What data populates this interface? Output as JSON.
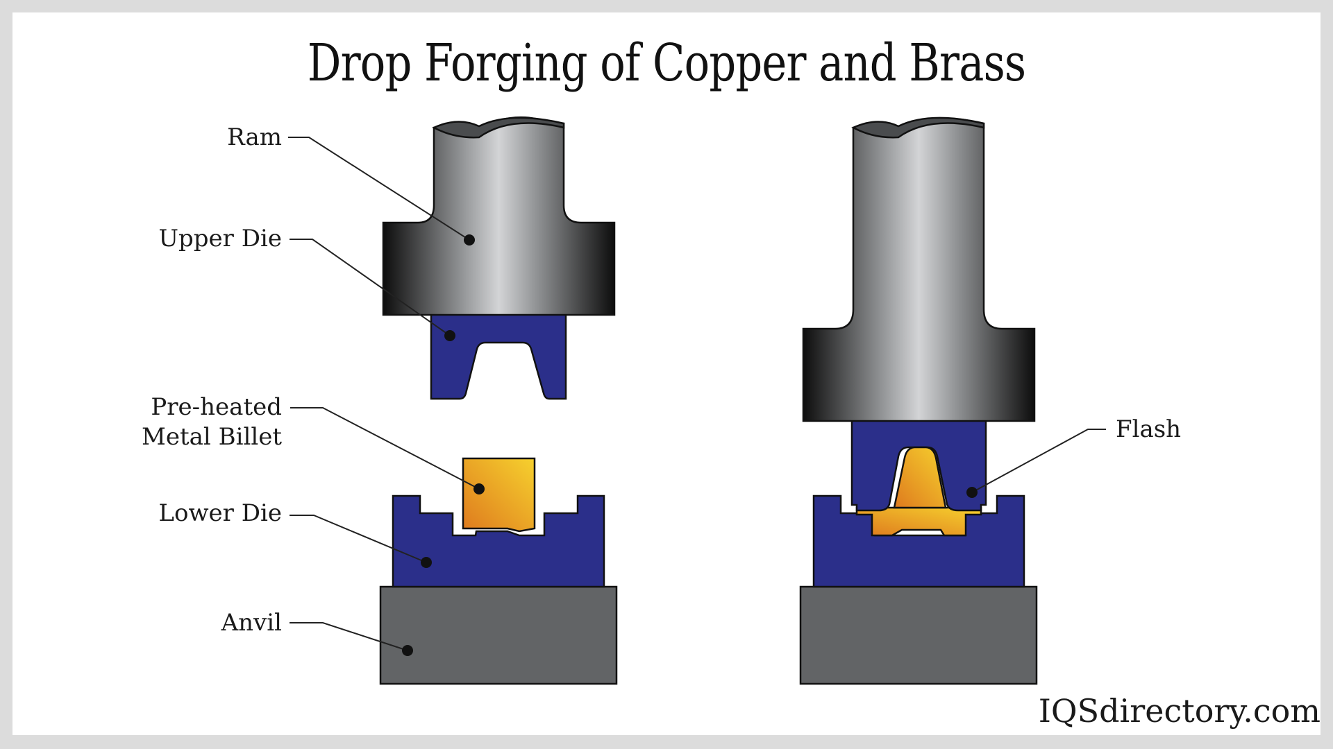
{
  "title": "Drop Forging of Copper and Brass",
  "labels": {
    "ram": "Ram",
    "upper_die": "Upper Die",
    "billet_line1": "Pre-heated",
    "billet_line2": "Metal Billet",
    "lower_die": "Lower Die",
    "anvil": "Anvil",
    "flash": "Flash"
  },
  "brand": "IQSdirectory.com",
  "colors": {
    "die_blue": "#2b2f8a",
    "anvil_gray": "#626466",
    "billet_light": "#f6d12e",
    "billet_dark": "#de7a1e",
    "ram_dark": "#111111",
    "ram_light": "#d2d3d5",
    "background": "#ffffff",
    "border": "#dcdcdc"
  }
}
